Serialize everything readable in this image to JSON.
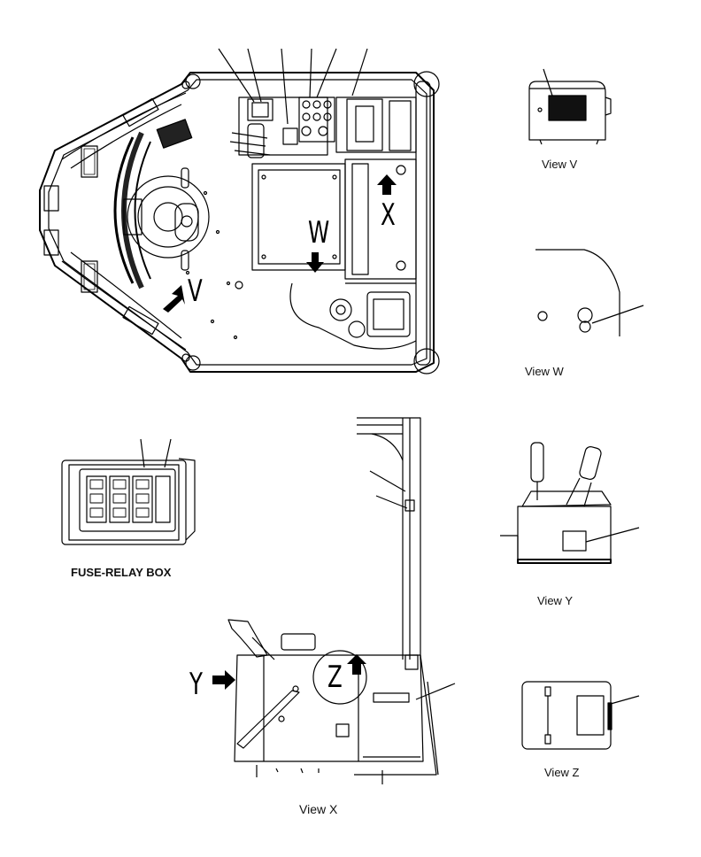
{
  "view_letters": {
    "v": "V",
    "w": "W",
    "x": "X",
    "y": "Y",
    "z": "Z"
  },
  "captions": {
    "view_v": "View V",
    "view_w": "View W",
    "fuse_relay_box": "FUSE-RELAY BOX",
    "view_y": "View Y",
    "view_z": "View Z",
    "view_x": "View X"
  },
  "colors": {
    "line": "#000000",
    "background": "#ffffff",
    "decal": "#111111"
  }
}
